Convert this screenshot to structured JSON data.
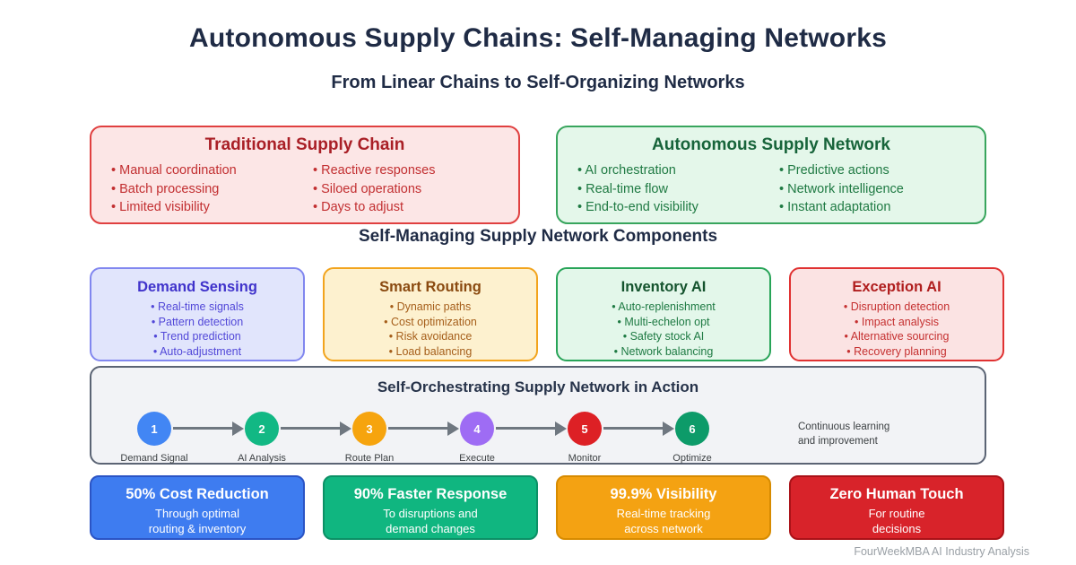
{
  "page": {
    "title": "Autonomous Supply Chains: Self-Managing Networks",
    "subtitle": "From Linear Chains to Self-Organizing Networks",
    "title_color": "#1f2b45",
    "footer": "FourWeekMBA AI Industry Analysis",
    "footer_color": "#9aa0a6"
  },
  "comparison": {
    "left": {
      "title": "Traditional Supply Chain",
      "col1": [
        "Manual coordination",
        "Batch processing",
        "Limited visibility"
      ],
      "col2": [
        "Reactive responses",
        "Siloed operations",
        "Days to adjust"
      ],
      "bg": "#fce6e6",
      "border": "#e04040",
      "title_color": "#a91f26",
      "text_color": "#c22f31"
    },
    "right": {
      "title": "Autonomous Supply Network",
      "col1": [
        "AI orchestration",
        "Real-time flow",
        "End-to-end visibility"
      ],
      "col2": [
        "Predictive actions",
        "Network intelligence",
        "Instant adaptation"
      ],
      "bg": "#e4f7ea",
      "border": "#38a55d",
      "title_color": "#17643a",
      "text_color": "#1f7a43"
    }
  },
  "components": {
    "heading": "Self-Managing Supply Network Components",
    "cards": [
      {
        "title": "Demand Sensing",
        "items": [
          "Real-time signals",
          "Pattern detection",
          "Trend prediction",
          "Auto-adjustment"
        ],
        "bg": "#e1e5fc",
        "border": "#8187ef",
        "title_color": "#4033cb",
        "text_color": "#5248d8"
      },
      {
        "title": "Smart Routing",
        "items": [
          "Dynamic paths",
          "Cost optimization",
          "Risk avoidance",
          "Load balancing"
        ],
        "bg": "#fdf1cf",
        "border": "#f2a41d",
        "title_color": "#8a4a10",
        "text_color": "#a55e1a"
      },
      {
        "title": "Inventory AI",
        "items": [
          "Auto-replenishment",
          "Multi-echelon opt",
          "Safety stock AI",
          "Network balancing"
        ],
        "bg": "#e3f7ea",
        "border": "#28a458",
        "title_color": "#14532d",
        "text_color": "#1e7a43"
      },
      {
        "title": "Exception AI",
        "items": [
          "Disruption detection",
          "Impact analysis",
          "Alternative sourcing",
          "Recovery planning"
        ],
        "bg": "#fbe3e3",
        "border": "#e03131",
        "title_color": "#b01e1e",
        "text_color": "#c53030"
      }
    ]
  },
  "flow": {
    "title": "Self-Orchestrating Supply Network in Action",
    "bg": "#f2f3f6",
    "border": "#5b6474",
    "title_color": "#27334a",
    "arrow_color": "#6f7780",
    "label_color": "#3c4043",
    "steps": [
      {
        "num": "1",
        "label": "Demand Signal",
        "color": "#4286f4"
      },
      {
        "num": "2",
        "label": "AI Analysis",
        "color": "#12b884"
      },
      {
        "num": "3",
        "label": "Route Plan",
        "color": "#f6a40e"
      },
      {
        "num": "4",
        "label": "Execute",
        "color": "#9e6cf4"
      },
      {
        "num": "5",
        "label": "Monitor",
        "color": "#dd2025"
      },
      {
        "num": "6",
        "label": "Optimize",
        "color": "#0d9b69"
      }
    ],
    "note_line1": "Continuous learning",
    "note_line2": "and improvement"
  },
  "stats": [
    {
      "title": "50% Cost Reduction",
      "line1": "Through optimal",
      "line2": "routing & inventory",
      "bg": "#3e7cf0",
      "border": "#2b54c5"
    },
    {
      "title": "90% Faster Response",
      "line1": "To disruptions and",
      "line2": "demand changes",
      "bg": "#10b680",
      "border": "#0c9066"
    },
    {
      "title": "99.9% Visibility",
      "line1": "Real-time tracking",
      "line2": "across network",
      "bg": "#f4a212",
      "border": "#d78b00"
    },
    {
      "title": "Zero Human Touch",
      "line1": "For routine",
      "line2": "decisions",
      "bg": "#d8232a",
      "border": "#aa1218"
    }
  ]
}
